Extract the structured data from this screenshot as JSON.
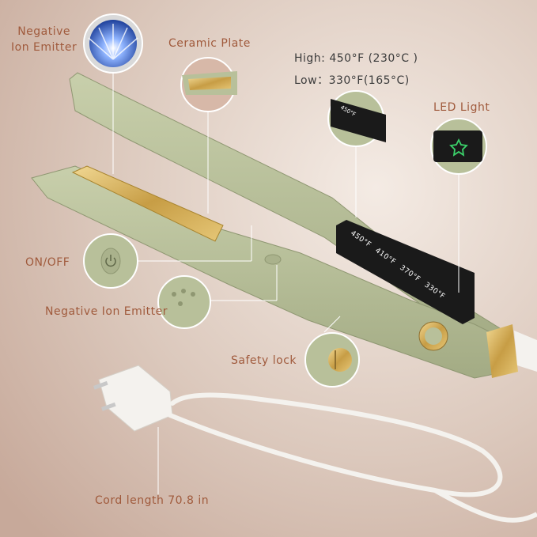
{
  "labels": {
    "negative_ion_emitter_top": [
      "Negative",
      "Ion Emitter"
    ],
    "ceramic_plate": "Ceramic Plate",
    "temp_high": "High: 450°F (230°C )",
    "temp_low": "Low：330°F(165°C)",
    "led_light": "LED Light",
    "on_off": "ON/OFF",
    "negative_ion_emitter": "Negative Ion Emitter",
    "safety_lock": "Safety lock",
    "cord_length": "Cord length 70.8 in"
  },
  "temperature_settings": [
    "450°F",
    "410°F",
    "370°F",
    "330°F"
  ],
  "colors": {
    "body": "#b8c09a",
    "body_dark": "#9aa27c",
    "plate_gold": "#c9a24a",
    "label_brown": "#a05a3c",
    "display_black": "#1a1a1a",
    "led_green": "#3bd16a"
  },
  "icons": [
    "power-icon",
    "star-led-icon",
    "negative-ion-icon",
    "lock-knob-icon",
    "plug-icon"
  ]
}
